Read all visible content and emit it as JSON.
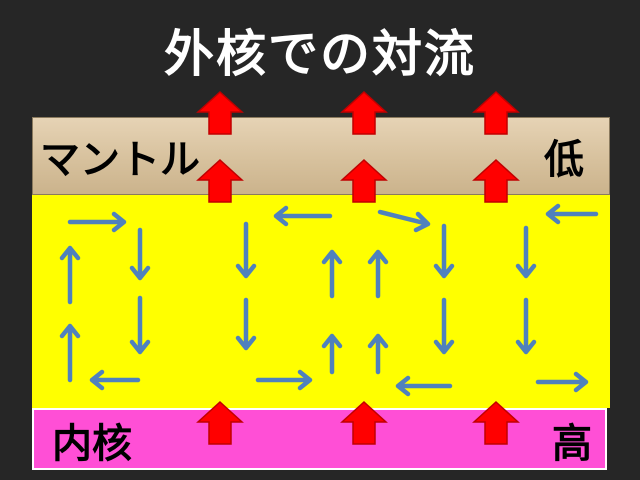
{
  "title": "外核での対流",
  "labels": {
    "mantle": "マントル",
    "low": "低",
    "inner_core": "内核",
    "high": "高"
  },
  "colors": {
    "background": "#262626",
    "mantle": "#d9c4a0",
    "outer_core": "#ffff00",
    "inner_core": "#ff4fd6",
    "heat_arrow": "#ff0000",
    "flow_arrow": "#4f81bd"
  },
  "icons": {
    "heat_arrow": "red-up-arrow-icon",
    "flow_arrow": "blue-convection-arrow-icon"
  }
}
